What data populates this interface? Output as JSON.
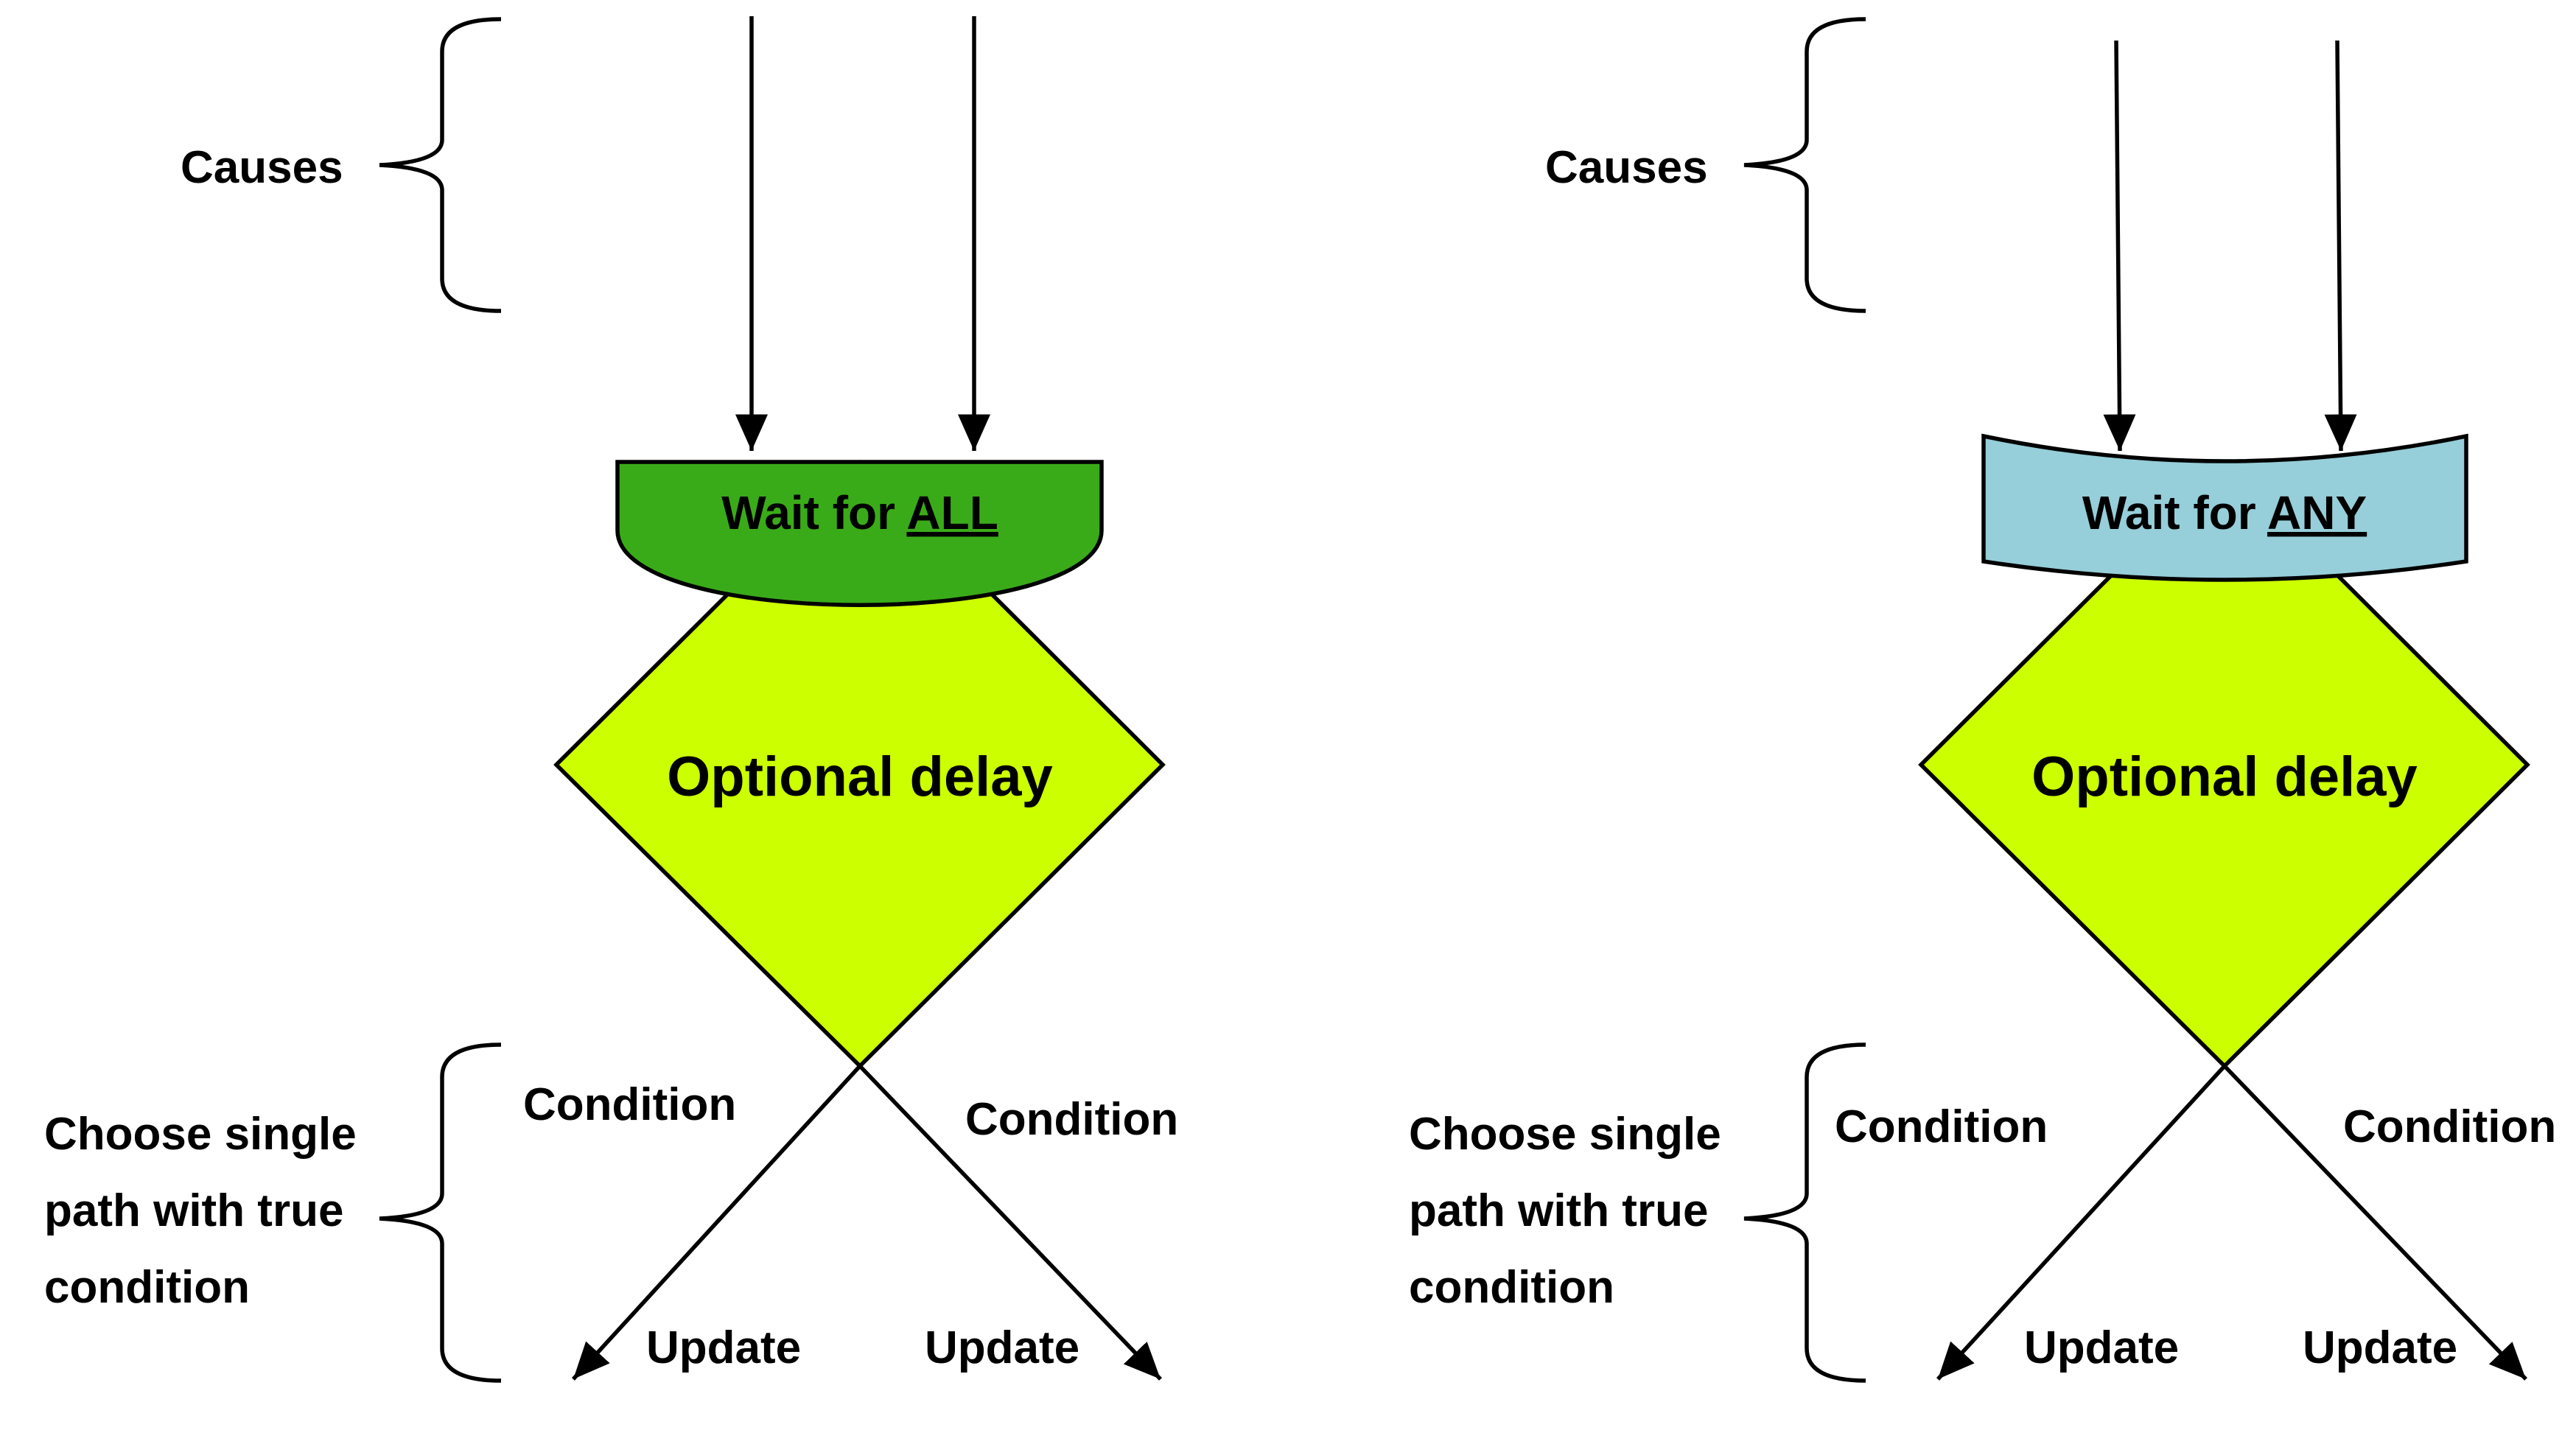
{
  "colors": {
    "wait_all_fill": "#3aab18",
    "wait_any_fill": "#96ced9",
    "delay_fill": "#ccff00",
    "stroke": "#000000",
    "background": "#ffffff"
  },
  "panels": [
    {
      "id": "all",
      "causes_label": "Causes",
      "gate_prefix": "Wait for ",
      "gate_keyword": "ALL",
      "delay_label": "Optional delay",
      "choose_lines": [
        "Choose single",
        "path with true",
        "condition"
      ],
      "condition_left": "Condition",
      "condition_right": "Condition",
      "update_left": "Update",
      "update_right": "Update"
    },
    {
      "id": "any",
      "causes_label": "Causes",
      "gate_prefix": "Wait for ",
      "gate_keyword": "ANY",
      "delay_label": "Optional delay",
      "choose_lines": [
        "Choose single",
        "path with true",
        "condition"
      ],
      "condition_left": "Condition",
      "condition_right": "Condition",
      "update_left": "Update",
      "update_right": "Update"
    }
  ]
}
